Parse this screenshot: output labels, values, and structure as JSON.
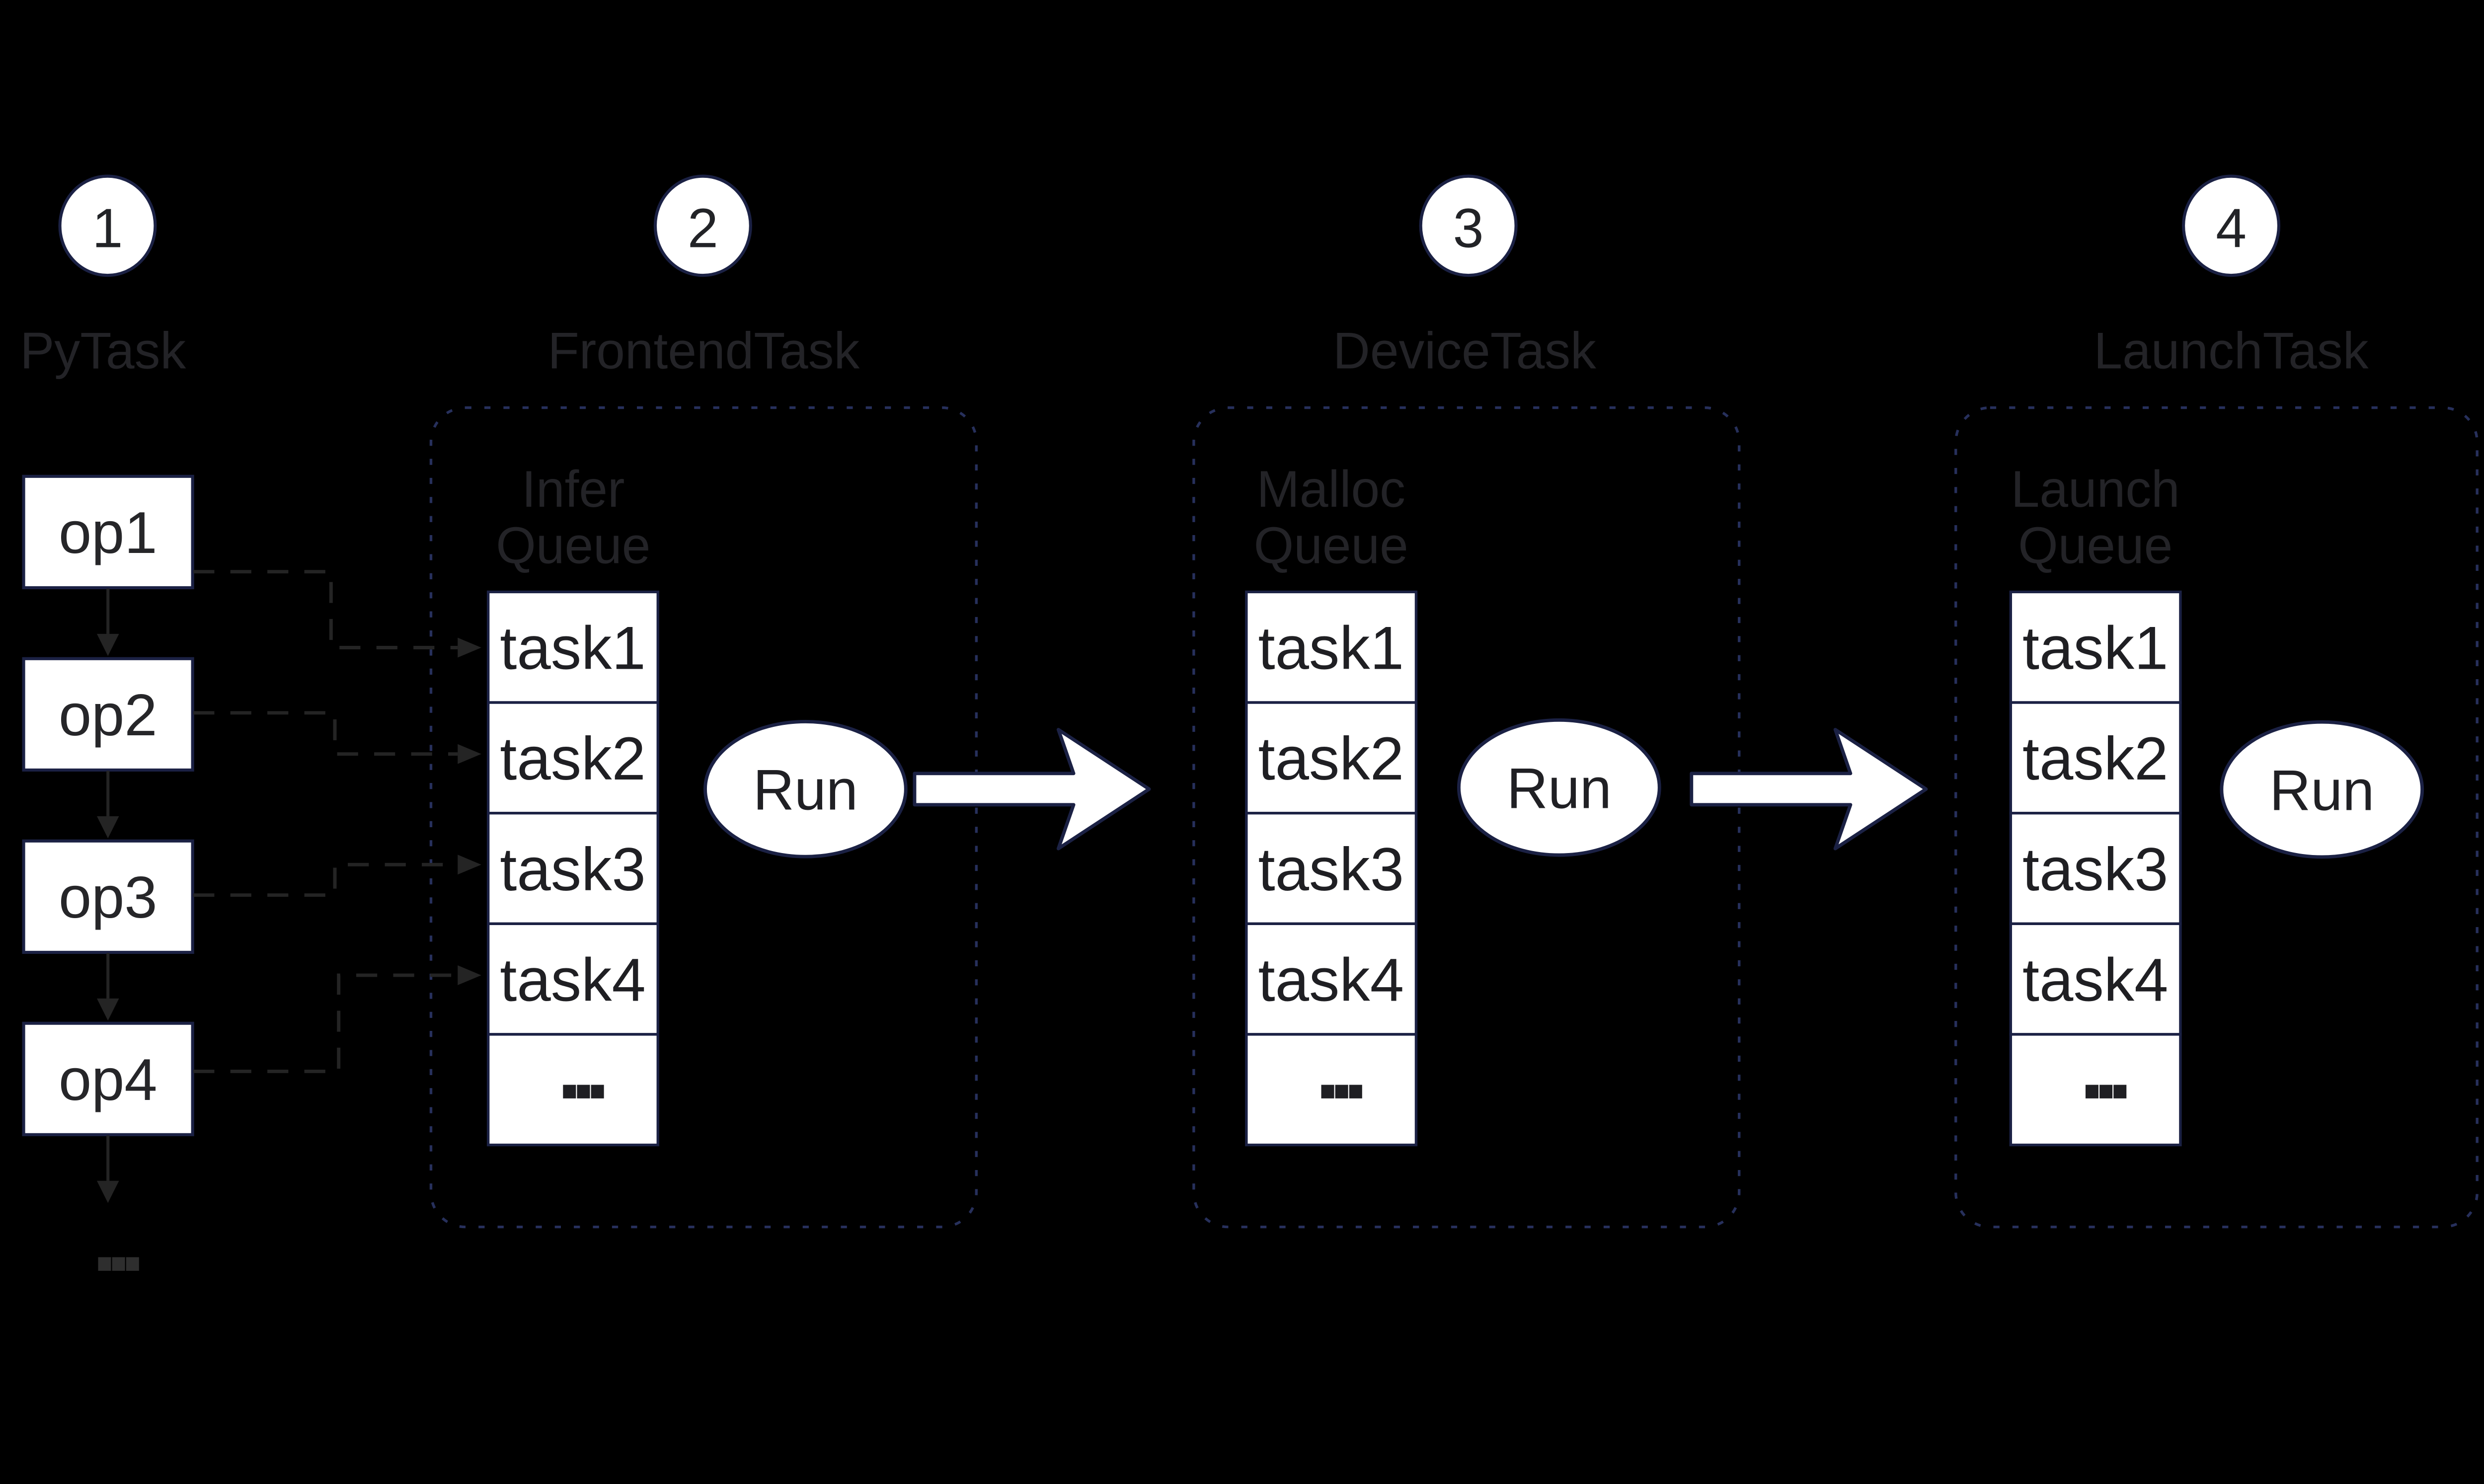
{
  "colors": {
    "background": "#000000",
    "shape_fill": "#ffffff",
    "shape_border": "#1b2144",
    "container_border": "#27305c",
    "faint_label": "#232327",
    "dark_text": "#1f1f23",
    "connector": "#242424"
  },
  "stages": [
    {
      "number": "1",
      "label": "PyTask"
    },
    {
      "number": "2",
      "label": "FrontendTask"
    },
    {
      "number": "3",
      "label": "DeviceTask"
    },
    {
      "number": "4",
      "label": "LaunchTask"
    }
  ],
  "pytask": {
    "ops": [
      "op1",
      "op2",
      "op3",
      "op4"
    ],
    "ellipsis": "..."
  },
  "queues": [
    {
      "title_line1": "Infer",
      "title_line2": "Queue",
      "items": [
        "task1",
        "task2",
        "task3",
        "task4",
        "..."
      ],
      "run_label": "Run"
    },
    {
      "title_line1": "Malloc",
      "title_line2": "Queue",
      "items": [
        "task1",
        "task2",
        "task3",
        "task4",
        "..."
      ],
      "run_label": "Run"
    },
    {
      "title_line1": "Launch",
      "title_line2": "Queue",
      "items": [
        "task1",
        "task2",
        "task3",
        "task4",
        "..."
      ],
      "run_label": "Run"
    }
  ]
}
